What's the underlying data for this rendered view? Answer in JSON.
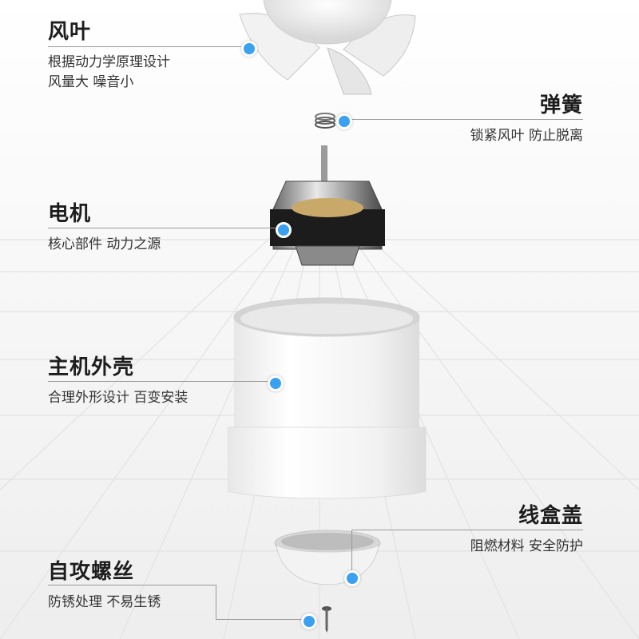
{
  "parts": [
    {
      "id": "blade",
      "title": "风叶",
      "lines": [
        "根据动力学原理设计",
        "风量大 噪音小"
      ]
    },
    {
      "id": "spring",
      "title": "弹簧",
      "lines": [
        "锁紧风叶  防止脱离"
      ]
    },
    {
      "id": "motor",
      "title": "电机",
      "lines": [
        "核心部件  动力之源"
      ]
    },
    {
      "id": "shell",
      "title": "主机外壳",
      "lines": [
        "合理外形设计  百变安装"
      ]
    },
    {
      "id": "cover",
      "title": "线盒盖",
      "lines": [
        "阻燃材料  安全防护"
      ]
    },
    {
      "id": "screw",
      "title": "自攻螺丝",
      "lines": [
        "防锈处理 不易生锈"
      ]
    }
  ],
  "colors": {
    "dot": "#3aa0f0",
    "leader": "#9a9a9a"
  }
}
